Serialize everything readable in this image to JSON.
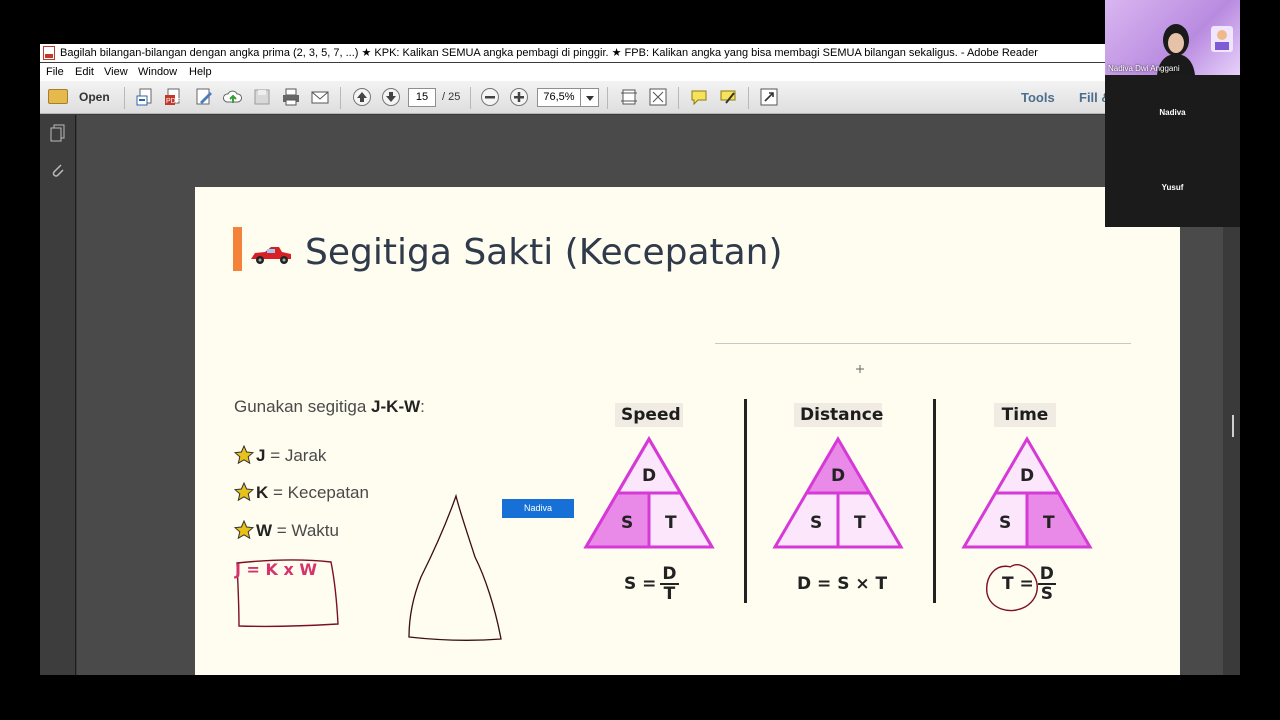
{
  "window": {
    "title": "Bagilah bilangan-bilangan dengan angka prima (2, 3, 5, 7, ...) ★ KPK: Kalikan SEMUA angka pembagi di pinggir. ★ FPB: Kalikan angka yang bisa membagi SEMUA bilangan sekaligus. - Adobe Reader"
  },
  "menu": [
    "File",
    "Edit",
    "View",
    "Window",
    "Help"
  ],
  "toolbar": {
    "open_label": "Open",
    "page_current": "15",
    "page_total": "/ 25",
    "zoom": "76,5%",
    "tools_label": "Tools",
    "fill_sign_label": "Fill &"
  },
  "slide": {
    "title": "Segitiga Sakti (Kecepatan)",
    "intro_prefix": "Gunakan segitiga ",
    "intro_bold": "J-K-W",
    "intro_suffix": ":",
    "items": [
      {
        "key": "J",
        "text": " = Jarak"
      },
      {
        "key": "K",
        "text": " = Kecepatan"
      },
      {
        "key": "W",
        "text": " = Waktu"
      }
    ],
    "formula": "J = K x W",
    "annotation_tag": "Nadiva",
    "triangles": [
      {
        "label": "Speed",
        "top": "D",
        "left": "S",
        "right": "T",
        "eq_lhs": "S =",
        "eq_num": "D",
        "eq_den": "T"
      },
      {
        "label": "Distance",
        "top": "D",
        "left": "S",
        "right": "T",
        "eq_text": "D = S × T"
      },
      {
        "label": "Time",
        "top": "D",
        "left": "S",
        "right": "T",
        "eq_lhs": "T =",
        "eq_num": "D",
        "eq_den": "S"
      }
    ],
    "colors": {
      "accent_bar": "#f5823a",
      "magenta": "#d63ad6",
      "magenta_fill": "#e98ae9",
      "light_fill": "#fbe6fb",
      "formula_red": "#d6336c"
    }
  },
  "video_panel": {
    "host_name": "Nadiva Dwi Anggani",
    "participants": [
      "Nadiva",
      "Yusuf"
    ]
  }
}
